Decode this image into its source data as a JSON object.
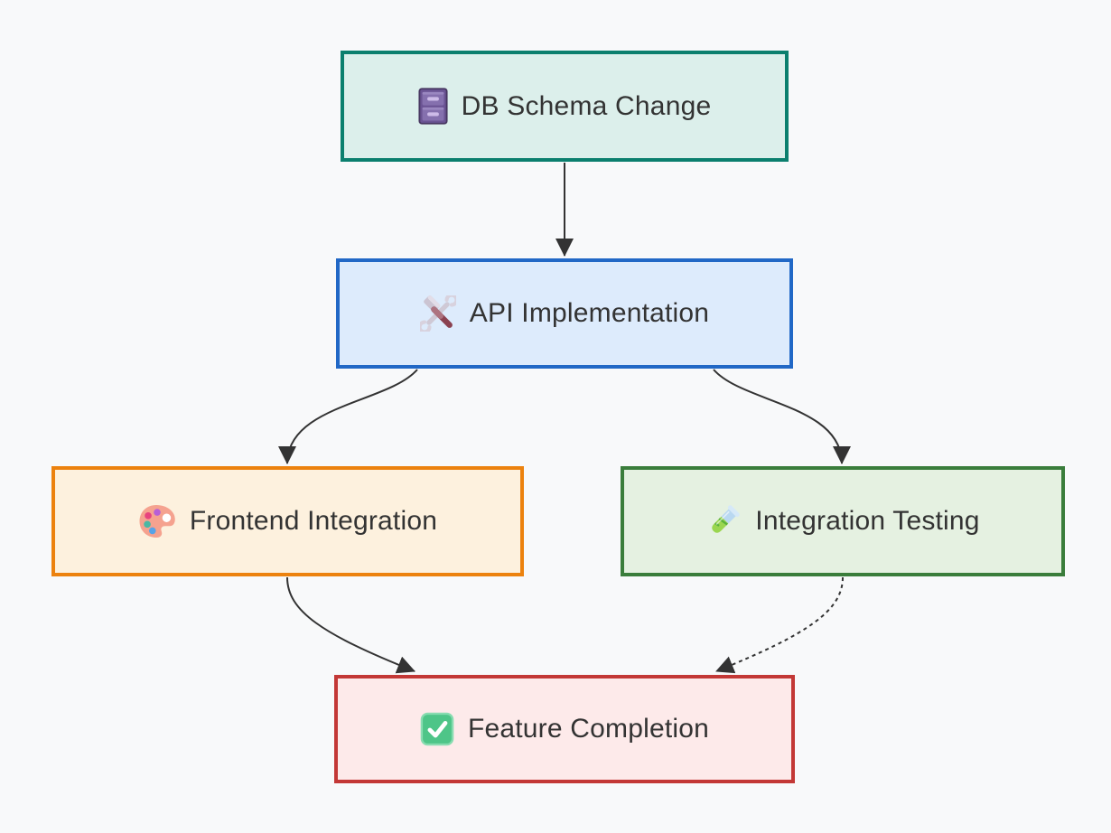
{
  "page": {
    "background_color": "#f8f9fa"
  },
  "diagram": {
    "type": "flowchart",
    "direction": "top-down",
    "text_color": "#333333",
    "edge_color": "#333333",
    "nodes": [
      {
        "id": "db",
        "label": "DB Schema Change",
        "icon": "file-cabinet-icon",
        "border_color": "#0b7f6e",
        "fill_color": "#dcefeb"
      },
      {
        "id": "api",
        "label": "API Implementation",
        "icon": "hammer-and-wrench-icon",
        "border_color": "#2168c6",
        "fill_color": "#ddebfc"
      },
      {
        "id": "frontend",
        "label": "Frontend Integration",
        "icon": "artist-palette-icon",
        "border_color": "#ec820e",
        "fill_color": "#fdf1de"
      },
      {
        "id": "testing",
        "label": "Integration Testing",
        "icon": "test-tube-icon",
        "border_color": "#3a7d3b",
        "fill_color": "#e5f1e1"
      },
      {
        "id": "feature",
        "label": "Feature Completion",
        "icon": "check-mark-icon",
        "border_color": "#c33836",
        "fill_color": "#fdeaea"
      }
    ],
    "edges": [
      {
        "from": "db",
        "to": "api",
        "line": "solid",
        "arrow": "filled-triangle"
      },
      {
        "from": "api",
        "to": "frontend",
        "line": "solid",
        "arrow": "filled-triangle"
      },
      {
        "from": "api",
        "to": "testing",
        "line": "solid",
        "arrow": "filled-triangle"
      },
      {
        "from": "frontend",
        "to": "feature",
        "line": "solid",
        "arrow": "filled-triangle"
      },
      {
        "from": "testing",
        "to": "feature",
        "line": "dashed",
        "arrow": "filled-triangle"
      }
    ]
  }
}
